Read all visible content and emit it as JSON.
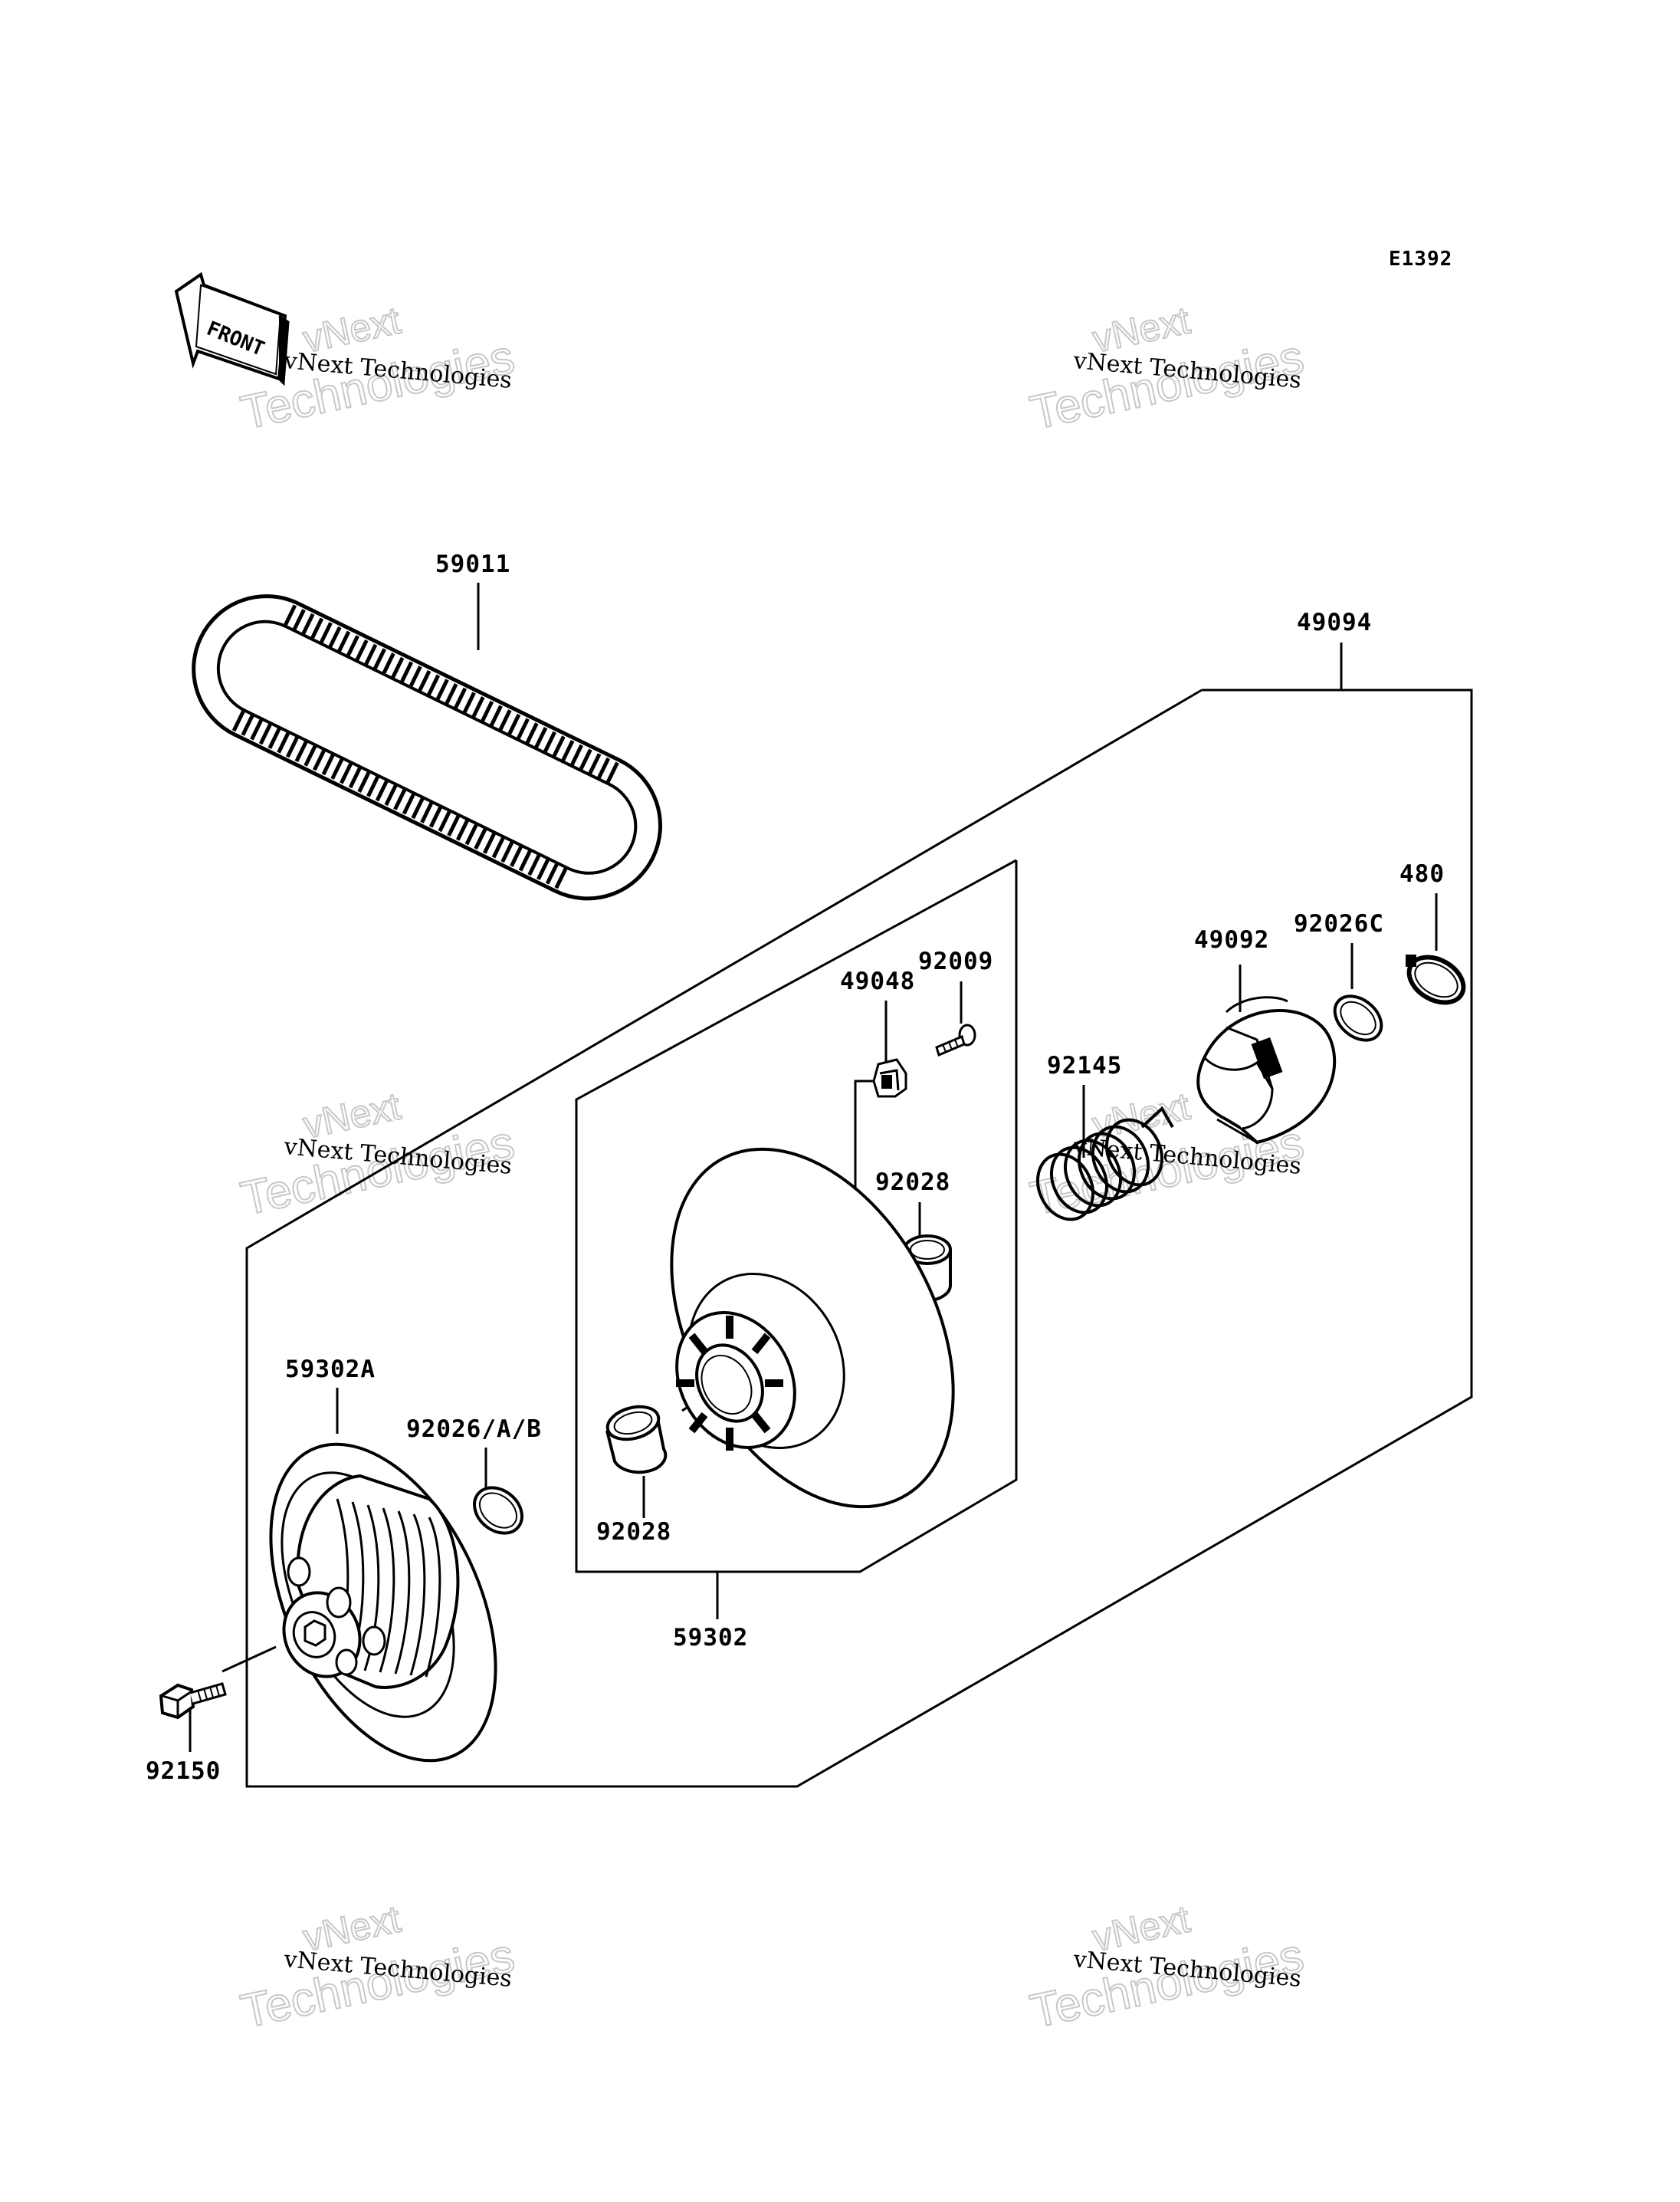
{
  "diagram": {
    "code": "E1392",
    "front_label": "FRONT",
    "watermark": {
      "line1": "vNext Technologies",
      "ghost_top": "vNext",
      "ghost_bottom": "Technologies"
    },
    "parts": [
      {
        "id": "belt",
        "label": "59011",
        "name": "belt"
      },
      {
        "id": "assy",
        "label": "49094",
        "name": "driven-pulley-assembly"
      },
      {
        "id": "ring",
        "label": "480",
        "name": "snap-ring"
      },
      {
        "id": "cam",
        "label": "49092",
        "name": "cam"
      },
      {
        "id": "washerC",
        "label": "92026C",
        "name": "washer-c"
      },
      {
        "id": "bolt9",
        "label": "92009",
        "name": "screw"
      },
      {
        "id": "weight",
        "label": "49048",
        "name": "weight"
      },
      {
        "id": "spring",
        "label": "92145",
        "name": "spring"
      },
      {
        "id": "bushTop",
        "label": "92028",
        "name": "bushing-upper"
      },
      {
        "id": "sheaveA",
        "label": "59302A",
        "name": "fixed-sheave"
      },
      {
        "id": "washerAB",
        "label": "92026/A/B",
        "name": "washer-ab"
      },
      {
        "id": "bushBot",
        "label": "92028",
        "name": "bushing-lower"
      },
      {
        "id": "sheave",
        "label": "59302",
        "name": "movable-sheave"
      },
      {
        "id": "bolt150",
        "label": "92150",
        "name": "bolt"
      }
    ]
  }
}
